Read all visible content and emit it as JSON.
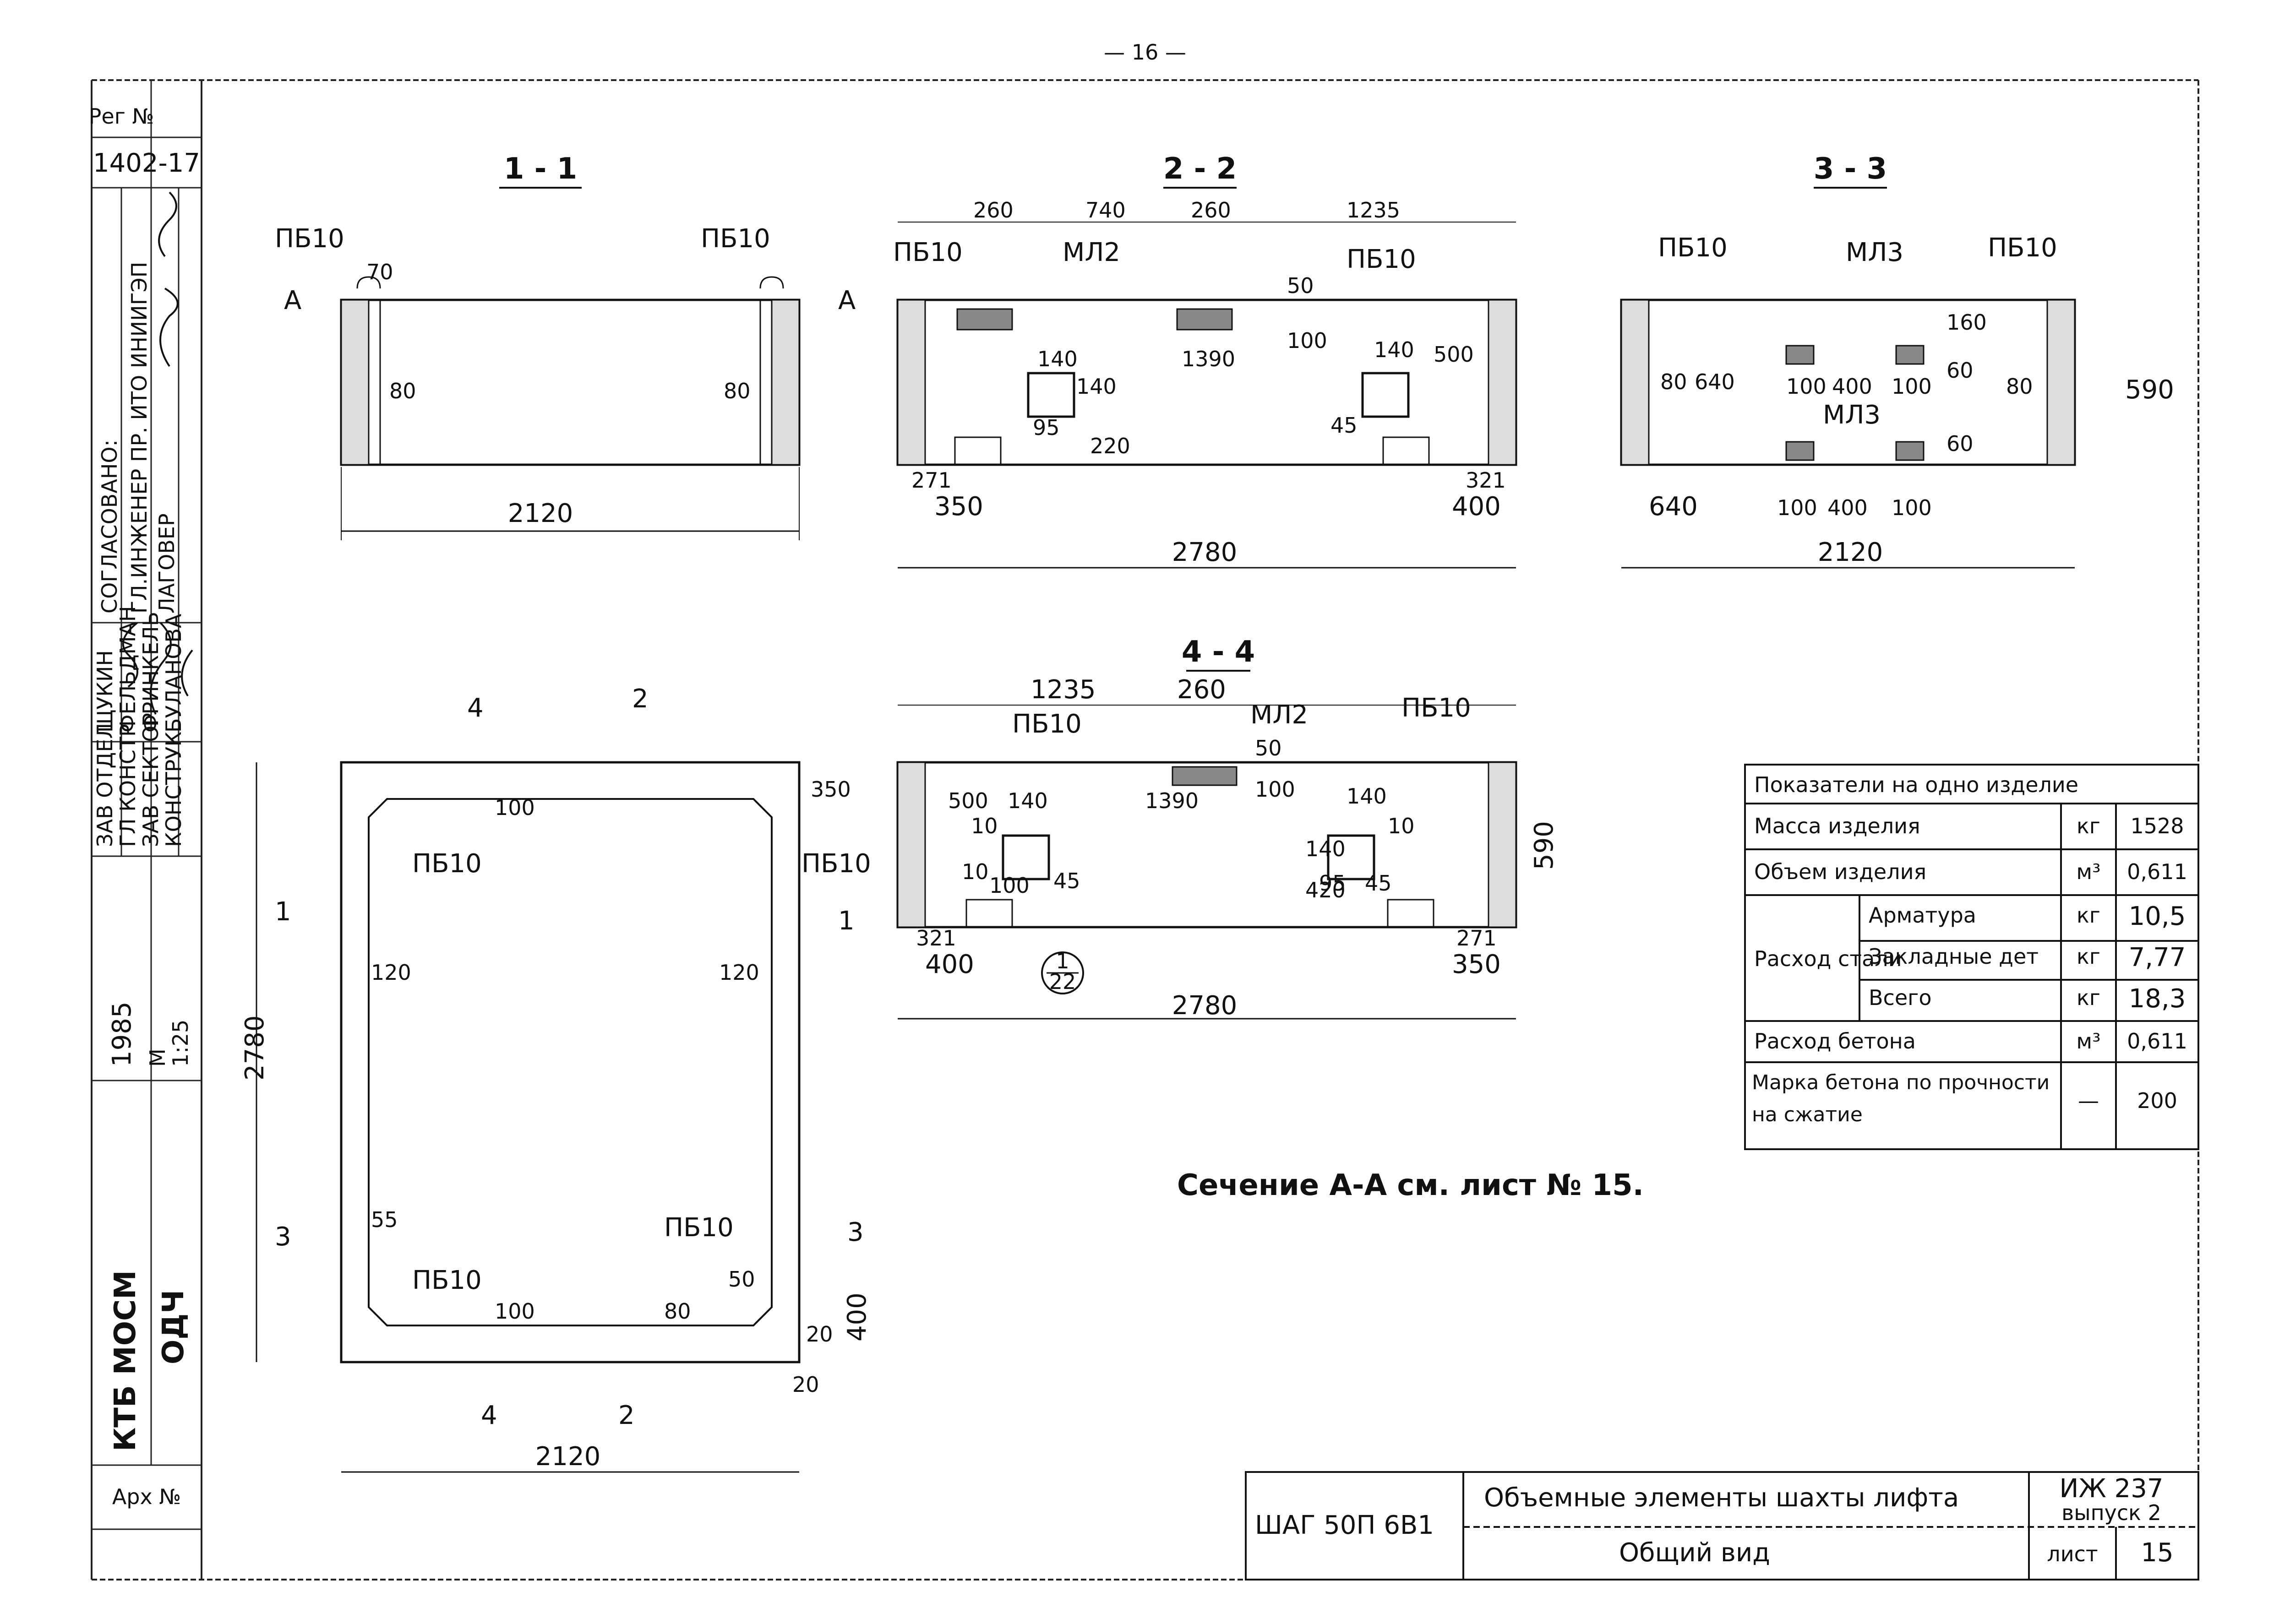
{
  "page_number": "— 16 —",
  "sidebar": {
    "reg_label": "Рег №",
    "reg_value": "1402-17",
    "agreed": "СОГЛАСОВАНО:",
    "chief_engineer": "ГЛ.ИНЖЕНЕР ПР. ИТО ИНИИГЭП",
    "lagover": "ЛАГОВЕР",
    "staff_positions": [
      "ЗАВ ОТДЕЛ",
      "ГЛ КОНСТР",
      "ЗАВ СЕКТОР",
      "КОНСТРУК."
    ],
    "staff_names": [
      "ЩУКИН",
      "ФЕЛЬДМАН",
      "ФРИНКЕЛЬ",
      "БУЛАНОВА"
    ],
    "year": "1985",
    "scale_label": "М",
    "scale_value": "1:25",
    "org_1": "КТБ МОСМ",
    "org_2": "ОДЧ",
    "archive": "Арх №"
  },
  "drawing": {
    "section_1_1": {
      "title": "1 - 1",
      "labels": [
        "ПБ10",
        "ПБ10",
        "А",
        "А"
      ],
      "dims": [
        "70",
        "80",
        "80",
        "2120"
      ]
    },
    "section_2_2": {
      "title": "2 - 2",
      "labels": [
        "ПБ10",
        "МЛ2",
        "ПБ10"
      ],
      "dims": [
        "260",
        "740",
        "260",
        "1235",
        "50",
        "100",
        "140",
        "1390",
        "140",
        "500",
        "140",
        "95",
        "220",
        "45",
        "271",
        "350",
        "321",
        "400",
        "2780"
      ]
    },
    "section_3_3": {
      "title": "3 - 3",
      "labels": [
        "ПБ10",
        "МЛ3",
        "ПБ10",
        "МЛ3"
      ],
      "dims": [
        "160",
        "60",
        "80",
        "640",
        "100",
        "400",
        "100",
        "80",
        "590",
        "60",
        "640",
        "100",
        "400",
        "100",
        "2120"
      ]
    },
    "section_4_4": {
      "title": "4 - 4",
      "labels": [
        "ПБ10",
        "МЛ2",
        "ПБ10"
      ],
      "dims": [
        "1235",
        "260",
        "50",
        "100",
        "500",
        "140",
        "1390",
        "140",
        "10",
        "10",
        "140",
        "420",
        "95",
        "45",
        "10",
        "100",
        "45",
        "321",
        "400",
        "271",
        "350",
        "2780",
        "590"
      ],
      "callout_top": "1",
      "callout_bottom": "22"
    },
    "plan": {
      "cut_marks": [
        "4",
        "2",
        "1",
        "1",
        "3",
        "3",
        "4",
        "2"
      ],
      "labels": [
        "ПБ10",
        "ПБ10",
        "ПБ10",
        "ПБ10"
      ],
      "dims": [
        "100",
        "350",
        "120",
        "120",
        "2780",
        "55",
        "100",
        "50",
        "80",
        "20",
        "400",
        "20",
        "2120"
      ]
    },
    "note": "Сечение А-А см. лист № 15."
  },
  "table": {
    "header": "Показатели на одно изделие",
    "rows": [
      {
        "label": "Масса изделия",
        "unit": "кг",
        "value": "1528"
      },
      {
        "label": "Объем изделия",
        "unit": "м³",
        "value": "0,611"
      },
      {
        "group": "Расход стали",
        "label": "Арматура",
        "unit": "кг",
        "value": "10,5"
      },
      {
        "group": "",
        "label": "Закладные дет",
        "unit": "кг",
        "value": "7,77"
      },
      {
        "group": "",
        "label": "Всего",
        "unit": "кг",
        "value": "18,3"
      },
      {
        "label": "Расход бетона",
        "unit": "м³",
        "value": "0,611"
      },
      {
        "label": "Марка бетона по прочности на сжатие",
        "unit": "—",
        "value": "200"
      }
    ]
  },
  "title_block": {
    "left": "ШАГ 50П 6В1",
    "title": "Объемные элементы шахты лифта",
    "subtitle": "Общий вид",
    "series": "ИЖ 237",
    "issue": "выпуск 2",
    "sheet_label": "лист",
    "sheet_value": "15"
  }
}
